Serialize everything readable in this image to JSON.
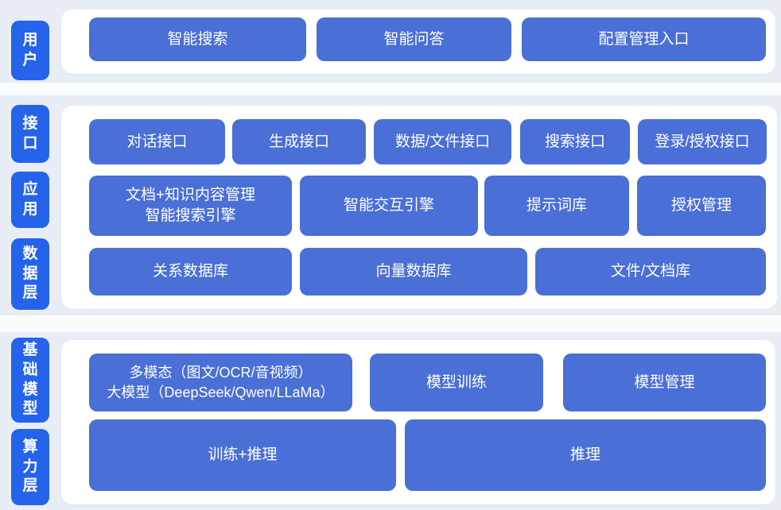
{
  "colors": {
    "band_bg": "#e9edf6",
    "card_bg": "#ffffff",
    "node_blue": "#4a6fd6",
    "side_label_blue": "#2563eb",
    "node_text": "#ffffff"
  },
  "sections": {
    "user": {
      "label": "用户",
      "buttons": {
        "smart_search": "智能搜索",
        "smart_qa": "智能问答",
        "config_entry": "配置管理入口"
      }
    },
    "middle": {
      "labels": {
        "interface": "接口",
        "application": "应用",
        "data_layer": "数据层"
      },
      "interface_row": {
        "dialog_api": "对话接口",
        "generation_api": "生成接口",
        "data_file_api": "数据/文件接口",
        "search_api": "搜索接口",
        "login_auth_api": "登录/授权接口"
      },
      "application_row": {
        "doc_engine_line1": "文档+知识内容管理",
        "doc_engine_line2": "智能搜索引擎",
        "interactive_engine": "智能交互引擎",
        "prompt_library": "提示词库",
        "auth_management": "授权管理"
      },
      "data_row": {
        "relational_db": "关系数据库",
        "vector_db": "向量数据库",
        "file_doc_store": "文件/文档库"
      }
    },
    "bottom": {
      "labels": {
        "base_model": "基础模型",
        "compute_layer": "算力层"
      },
      "model_row": {
        "multimodal_line1": "多模态（图文/OCR/音视频）",
        "multimodal_line2": "大模型（DeepSeek/Qwen/LLaMa）",
        "model_training": "模型训练",
        "model_management": "模型管理"
      },
      "compute_row": {
        "train_inference": "训练+推理",
        "inference": "推理"
      }
    }
  }
}
